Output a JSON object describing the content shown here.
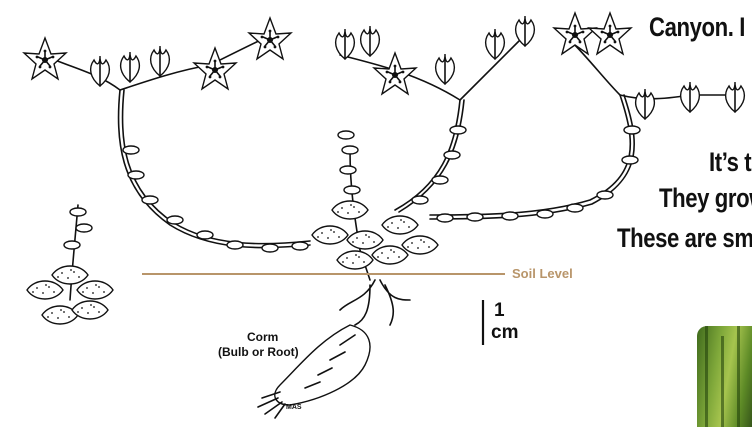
{
  "slide": {
    "text_lines": [
      "Canyon. I",
      "It’s t",
      "They grow",
      "These are sm"
    ],
    "colors": {
      "soil_line": "#b8956a",
      "ink": "#111111"
    }
  },
  "diagram": {
    "soil_label": "Soil Level",
    "corm_label_line1": "Corm",
    "corm_label_line2": "(Bulb or Root)",
    "scale_value": "1",
    "scale_unit": "cm",
    "artist_initials": "MAS"
  }
}
